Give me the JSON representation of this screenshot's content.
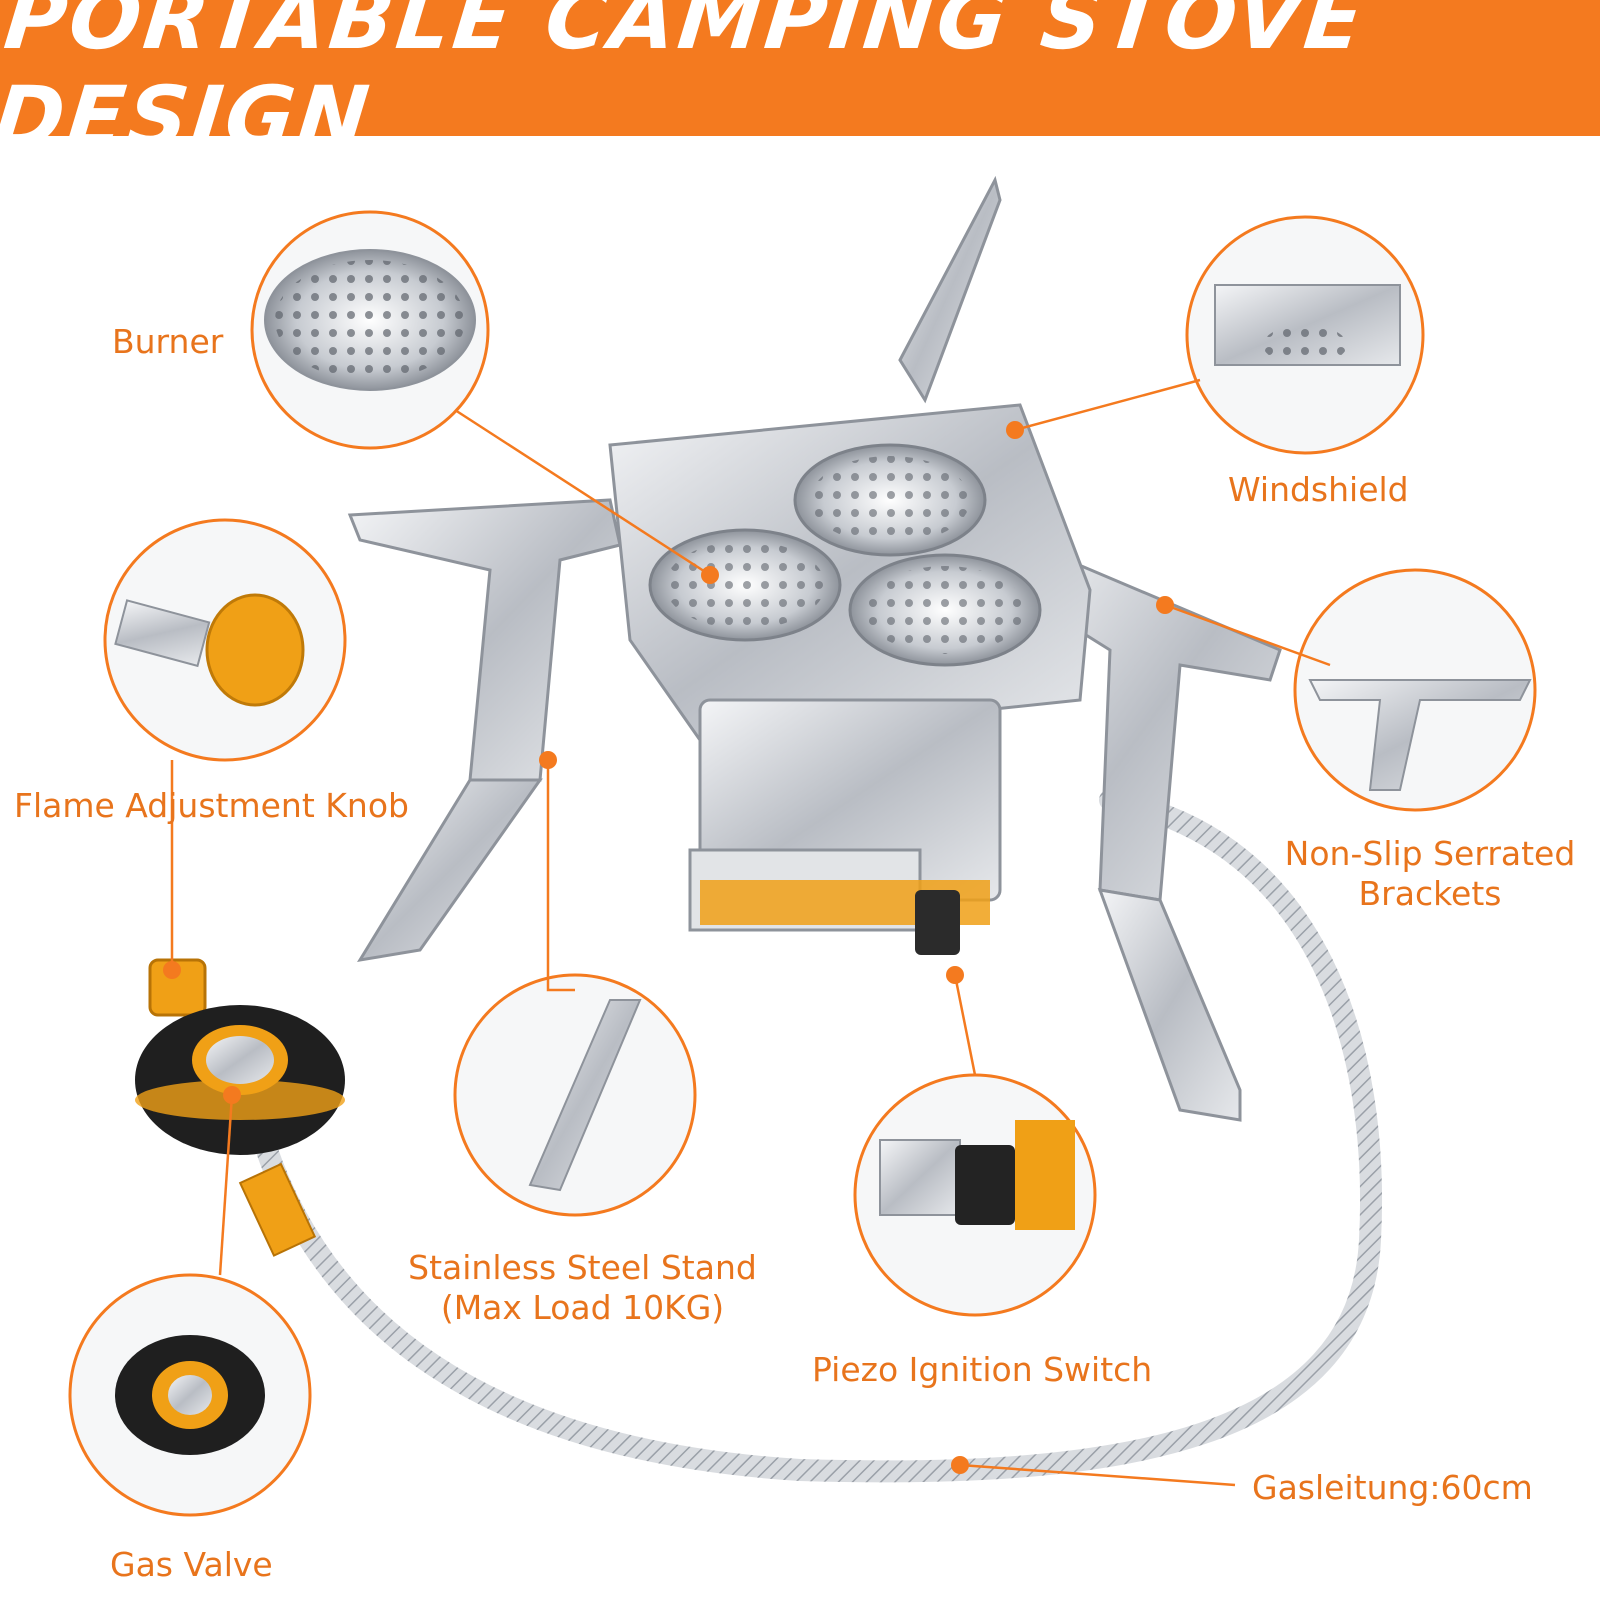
{
  "title": "PORTABLE CAMPING STOVE DESIGN",
  "colors": {
    "accent": "#f47a1f",
    "label": "#e8741c",
    "steel": "#c9ccd1",
    "brass": "#f0a016"
  },
  "labels": {
    "burner": "Burner",
    "windshield": "Windshield",
    "flame_knob": "Flame Adjustment Knob",
    "nonslip_line1": "Non-Slip Serrated",
    "nonslip_line2": "Brackets",
    "stand_line1": "Stainless Steel Stand",
    "stand_line2": "(Max Load 10KG)",
    "piezo": "Piezo Ignition Switch",
    "gas_line": "Gasleitung:60cm",
    "gas_valve": "Gas Valve"
  }
}
